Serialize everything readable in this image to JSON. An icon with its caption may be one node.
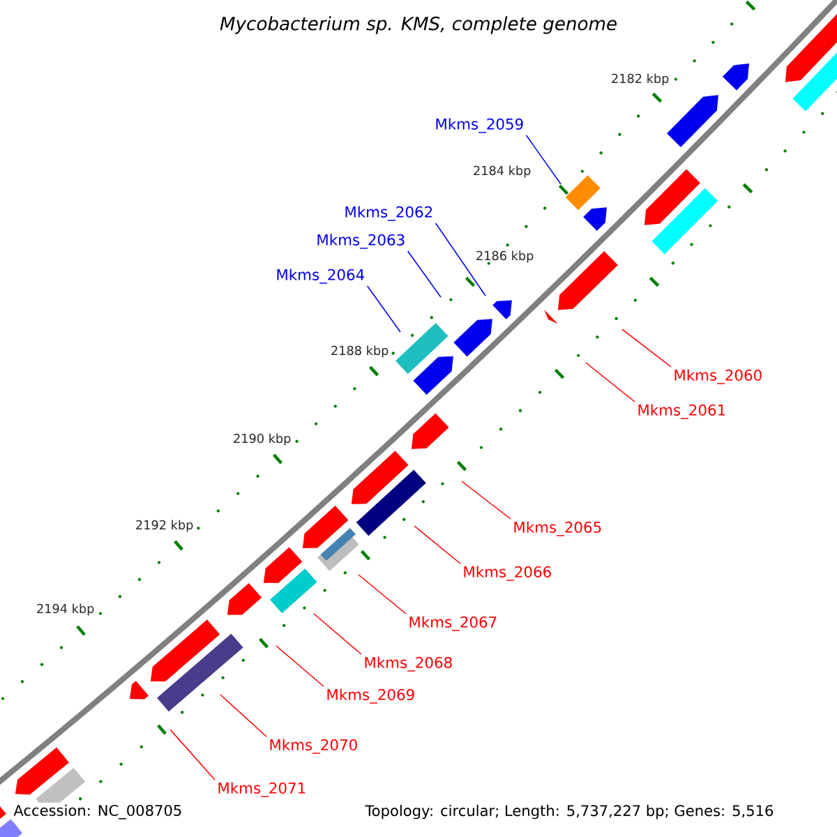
{
  "diagram": {
    "title": "Mycobacterium sp. KMS, complete genome",
    "nodes": [
      {
        "text": [
          "Mkms_2059"
        ]
      },
      {
        "text": [
          "Mkms_2062"
        ]
      },
      {
        "text": [
          "Mkms_2063"
        ]
      },
      {
        "text": [
          "Mkms_2064"
        ]
      },
      {
        "text": [
          "Mkms_2060"
        ]
      },
      {
        "text": [
          "Mkms_2061"
        ]
      },
      {
        "text": [
          "Mkms_2065"
        ]
      },
      {
        "text": [
          "Mkms_2066"
        ]
      },
      {
        "text": [
          "Mkms_2067"
        ]
      },
      {
        "text": [
          "Mkms_2068"
        ]
      },
      {
        "text": [
          "Mkms_2069"
        ]
      },
      {
        "text": [
          "Mkms_2070"
        ]
      },
      {
        "text": [
          "Mkms_2071"
        ]
      }
    ],
    "edges": [
      {
        "from": 0,
        "to": null,
        "arrow": "none",
        "color": "#0000ff"
      },
      {
        "from": 1,
        "to": null,
        "arrow": "none",
        "color": "#0000ff"
      },
      {
        "from": 2,
        "to": null,
        "arrow": "none",
        "color": "#0000ff"
      },
      {
        "from": 3,
        "to": null,
        "arrow": "none",
        "color": "#0000ff"
      },
      {
        "from": 4,
        "to": null,
        "arrow": "none"
      },
      {
        "from": 5,
        "to": null,
        "arrow": "none"
      },
      {
        "from": 6,
        "to": null,
        "arrow": "none"
      },
      {
        "from": 7,
        "to": null,
        "arrow": "none"
      },
      {
        "from": 8,
        "to": null,
        "arrow": "none"
      },
      {
        "from": 9,
        "to": null,
        "arrow": "none"
      },
      {
        "from": 10,
        "to": null,
        "arrow": "none"
      },
      {
        "from": 11,
        "to": null,
        "arrow": "none"
      },
      {
        "from": 12,
        "to": null,
        "arrow": "none"
      }
    ],
    "labels": [
      "2182 kbp",
      "2184 kbp",
      "2186 kbp",
      "2188 kbp",
      "2190 kbp",
      "2192 kbp",
      "2194 kbp",
      "Accession: NC_008705",
      "Topology: circular; Length: 5,737,227 bp; Genes: 5,516"
    ]
  }
}
